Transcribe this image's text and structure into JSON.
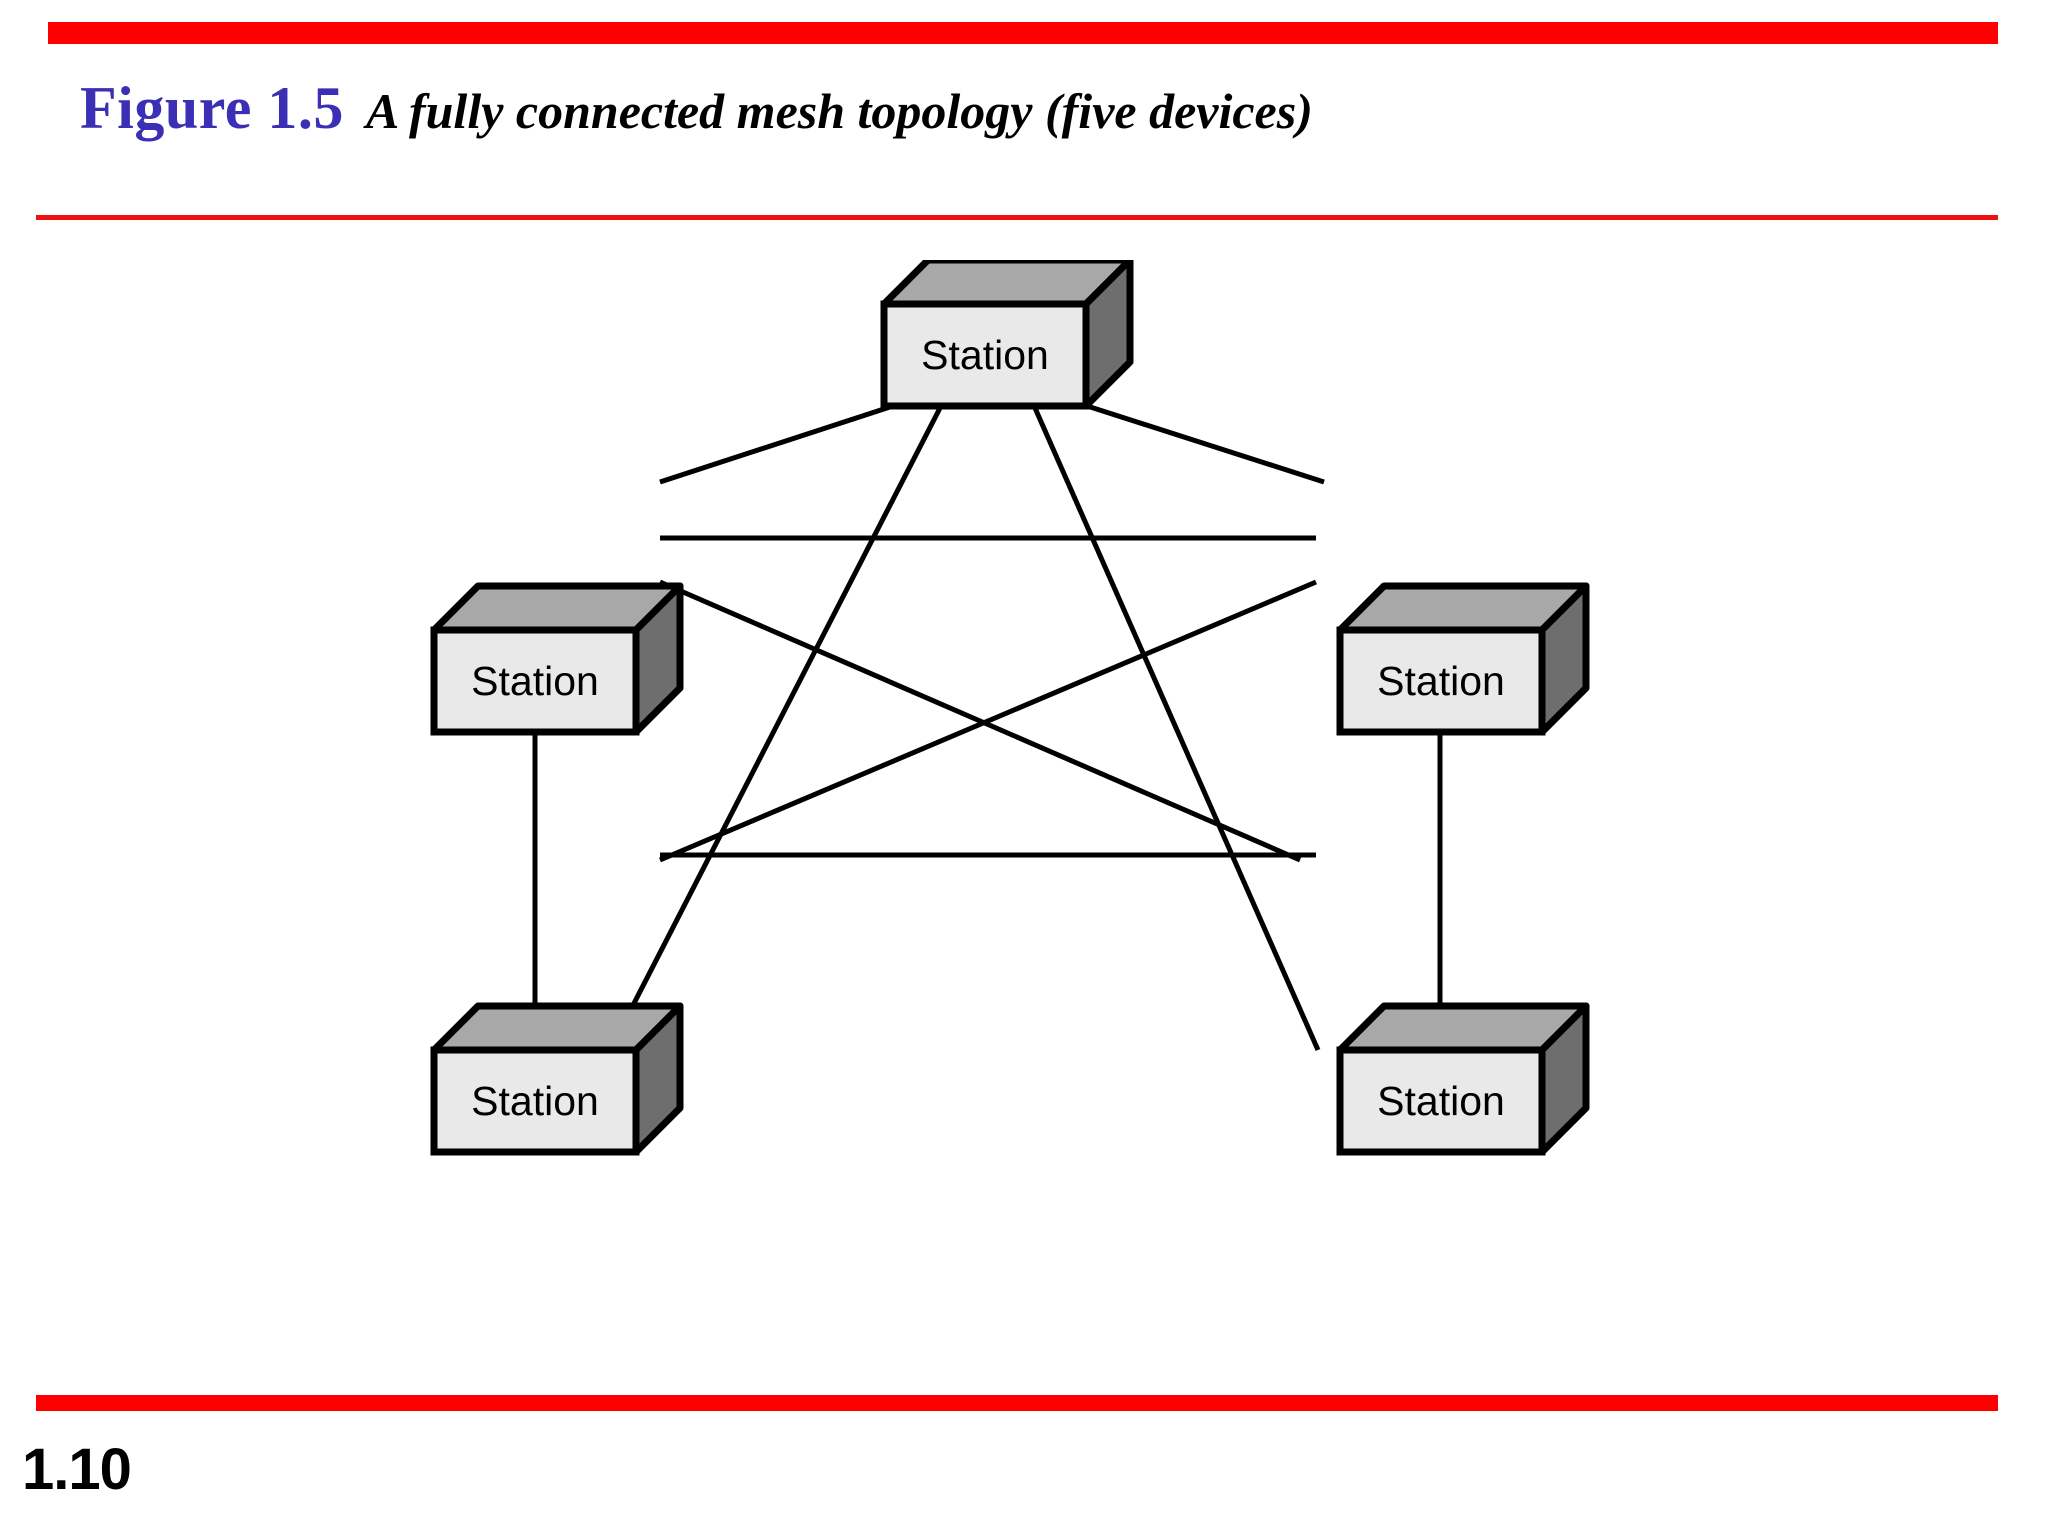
{
  "slide": {
    "figure_label": "Figure 1.5",
    "figure_caption": "A fully connected mesh topology (five devices)",
    "page_number": "1.10",
    "accent_red": "#ff0000",
    "figure_label_color": "#3a2fb5",
    "caption_color": "#000000"
  },
  "diagram": {
    "type": "network-topology",
    "topology": "fully-connected-mesh",
    "device_count": 5,
    "link_count": 10,
    "node_fill_front": "#e9e9e9",
    "node_fill_top": "#a8a8a8",
    "node_fill_side": "#6e6e6e",
    "link_color": "#000000",
    "nodes": [
      {
        "id": "top",
        "label": "Station"
      },
      {
        "id": "left",
        "label": "Station"
      },
      {
        "id": "right",
        "label": "Station"
      },
      {
        "id": "bottom-left",
        "label": "Station"
      },
      {
        "id": "bottom-right",
        "label": "Station"
      }
    ],
    "links": [
      {
        "from": "top",
        "to": "left"
      },
      {
        "from": "top",
        "to": "right"
      },
      {
        "from": "top",
        "to": "bottom-left"
      },
      {
        "from": "top",
        "to": "bottom-right"
      },
      {
        "from": "left",
        "to": "right"
      },
      {
        "from": "left",
        "to": "bottom-left"
      },
      {
        "from": "left",
        "to": "bottom-right"
      },
      {
        "from": "right",
        "to": "bottom-left"
      },
      {
        "from": "right",
        "to": "bottom-right"
      },
      {
        "from": "bottom-left",
        "to": "bottom-right"
      }
    ]
  }
}
